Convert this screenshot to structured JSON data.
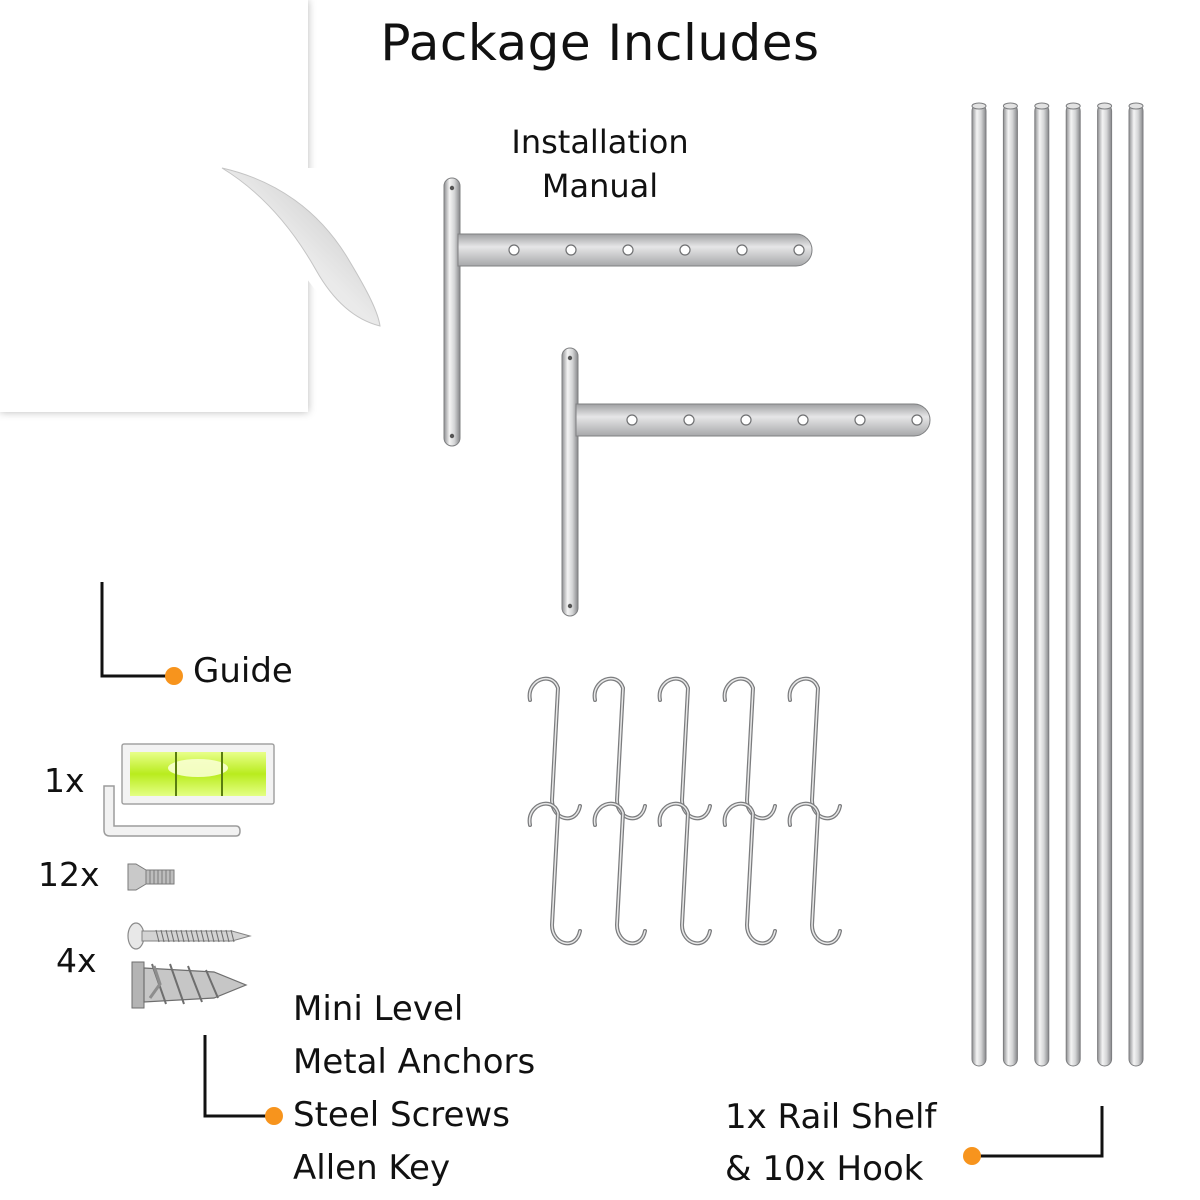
{
  "title": "Package Includes",
  "manual": {
    "line1": "Installation",
    "line2": "Manual"
  },
  "labels": {
    "guide": "Guide",
    "hardware": [
      "Mini Level",
      "Metal Anchors",
      "Steel Screws",
      "Allen Key"
    ],
    "rail_line1": "1x Rail Shelf",
    "rail_line2": "& 10x Hook"
  },
  "quantities": {
    "level_key": "1x",
    "screws": "12x",
    "anchors": "4x"
  },
  "counts": {
    "rails": 6,
    "hooks": 10,
    "brackets": 2
  },
  "colors": {
    "accent": "#f7941d",
    "steel": "#c2c3c4",
    "level_vial": "#c8f23c",
    "text": "#111111"
  },
  "icons": [
    "manual-icon",
    "bracket-icon",
    "rail-icon",
    "s-hook-icon",
    "spirit-level-icon",
    "allen-key-icon",
    "screw-icon",
    "wall-screw-icon",
    "metal-anchor-icon"
  ]
}
